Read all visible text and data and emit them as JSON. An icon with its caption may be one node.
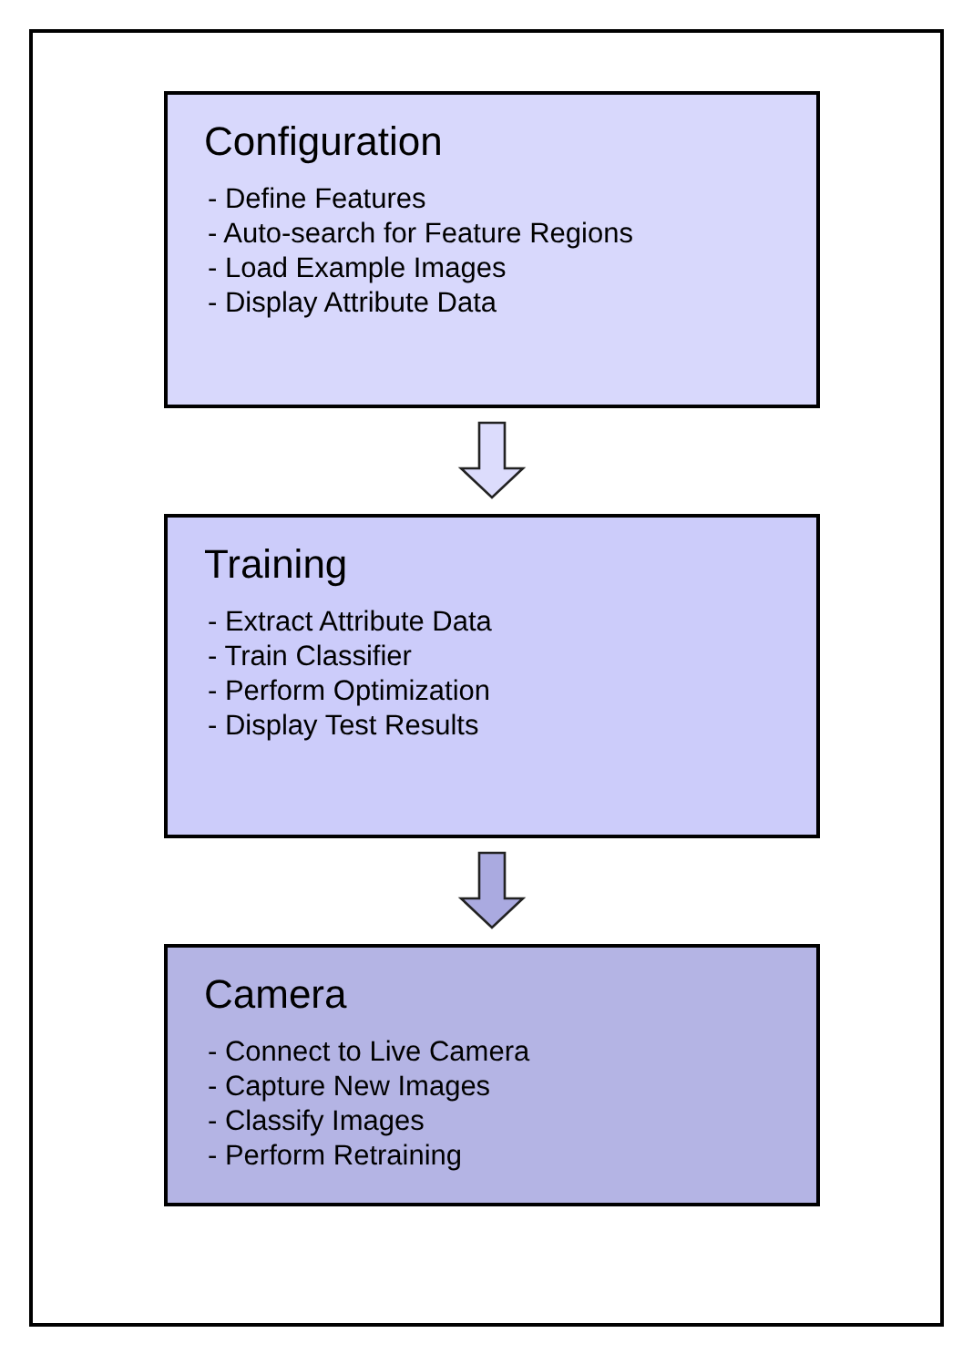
{
  "diagram": {
    "nodes": [
      {
        "text": [
          "Configuration",
          "- Define Features",
          "- Auto-search for Feature Regions",
          "- Load Example Images",
          "- Display Attribute Data"
        ]
      },
      {
        "text": [
          "Training",
          "- Extract Attribute Data",
          "- Train Classifier",
          "- Perform Optimization",
          "- Display Test Results"
        ]
      },
      {
        "text": [
          "Camera",
          "- Connect to Live Camera",
          "- Capture New Images",
          "- Classify Images",
          "- Perform Retraining"
        ]
      }
    ],
    "edges": [
      {
        "from": 0,
        "to": 1,
        "arrow": "to",
        "color": "#dcdcfc"
      },
      {
        "from": 1,
        "to": 2,
        "arrow": "to",
        "color": "#aaaae0"
      }
    ]
  }
}
